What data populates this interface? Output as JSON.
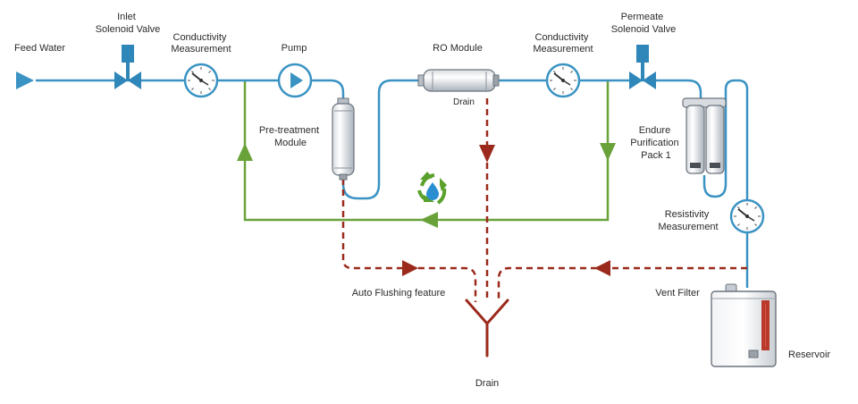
{
  "labels": {
    "feed_water": "Feed Water",
    "inlet_valve": [
      "Inlet",
      "Solenoid Valve"
    ],
    "conductivity_1": [
      "Conductivity",
      "Measurement"
    ],
    "pump": "Pump",
    "ro_module": "RO Module",
    "ro_drain": "Drain",
    "conductivity_2": [
      "Conductivity",
      "Measurement"
    ],
    "permeate_valve": [
      "Permeate",
      "Solenoid Valve"
    ],
    "pretreatment": [
      "Pre-treatment",
      "Module"
    ],
    "purification_pack": [
      "Endure",
      "Purification",
      "Pack 1"
    ],
    "resistivity": [
      "Resistivity",
      "Measurement"
    ],
    "auto_flushing": "Auto Flushing feature",
    "vent_filter": "Vent Filter",
    "reservoir": "Reservoir",
    "main_drain": "Drain"
  },
  "colors": {
    "water_line": "#3a93c3",
    "recycle_line": "#6aa23a",
    "drain_line": "#9b2a1c",
    "recycle_icon": "#5aa02c",
    "droplet": "#2a8fd0"
  },
  "icons": [
    "play-arrow-icon",
    "solenoid-valve-icon",
    "gauge-icon",
    "pump-icon",
    "recycle-icon",
    "water-drop-icon"
  ]
}
